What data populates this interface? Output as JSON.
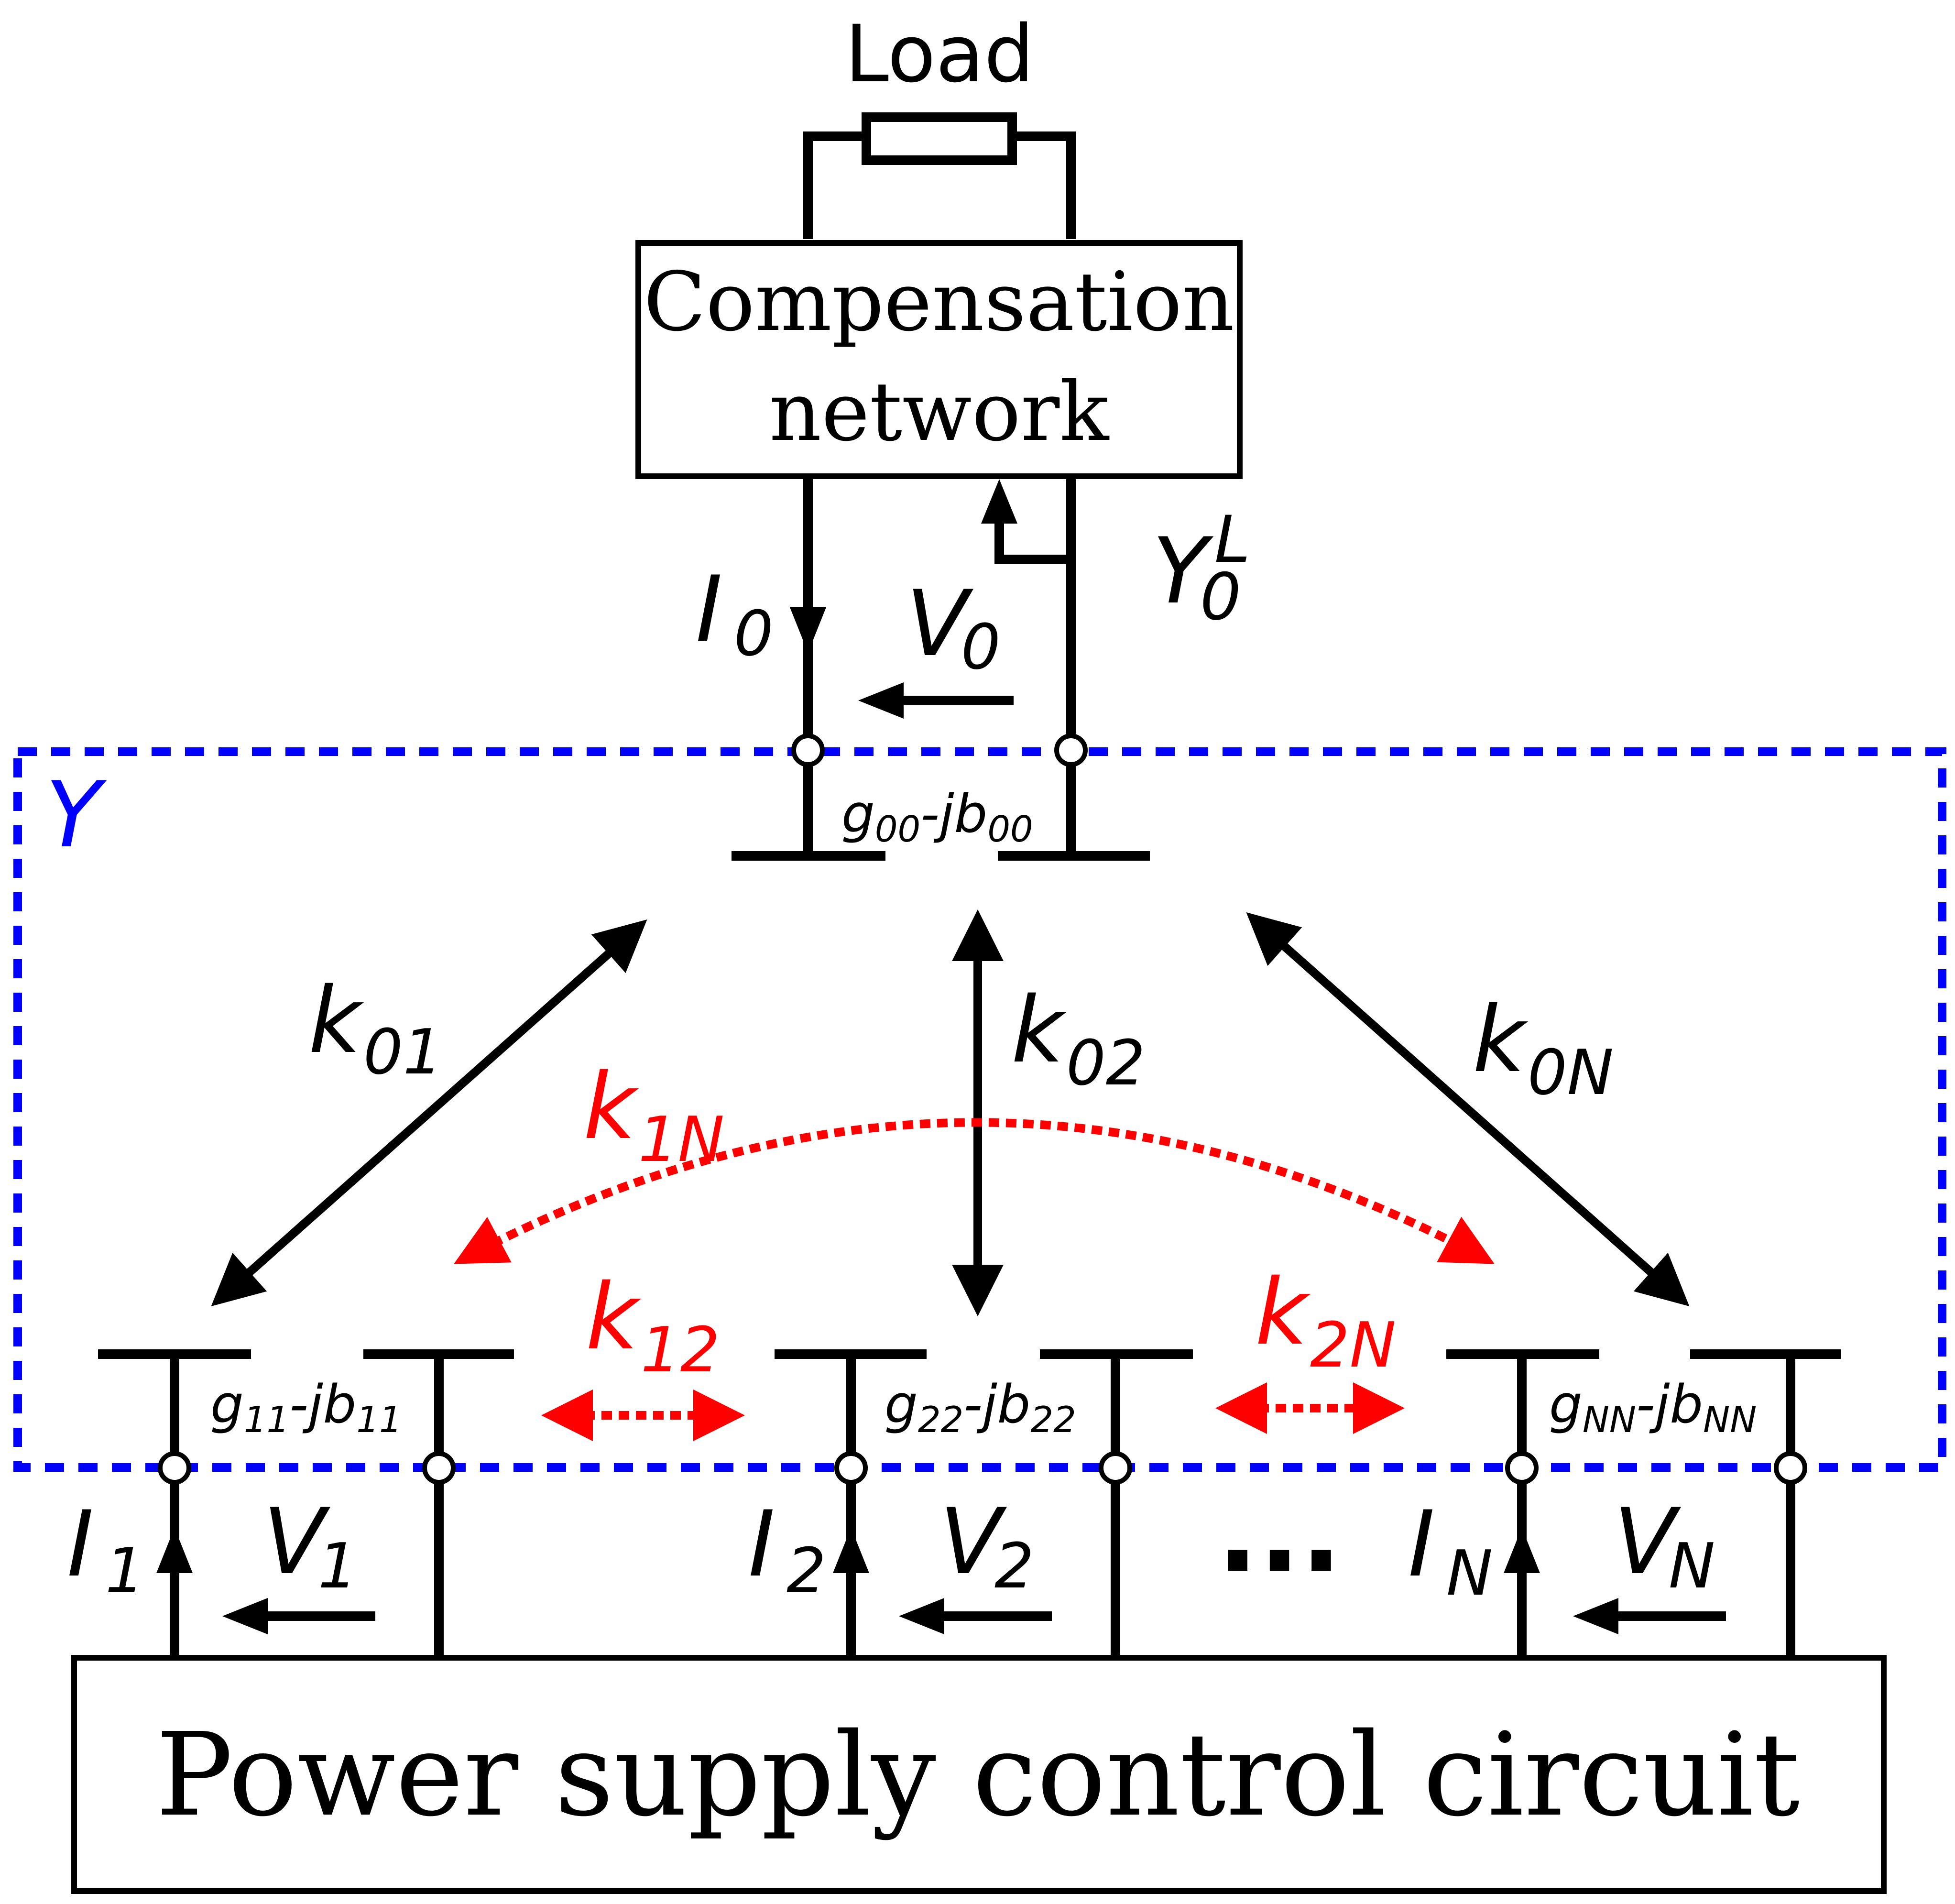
{
  "load_label": "Load",
  "compensation": {
    "line1": "Compensation",
    "line2": "network"
  },
  "admittance_label": {
    "main": "Y",
    "sup": "L",
    "sub": "0"
  },
  "matrix_label": "Y",
  "port0": {
    "current": {
      "main": "I",
      "sub": "0"
    },
    "voltage": {
      "main": "V",
      "sub": "0"
    },
    "self": {
      "g": "g",
      "g_sub": "00",
      "mid": "-jb",
      "b_sub": "00"
    }
  },
  "ports": [
    {
      "current": {
        "main": "I",
        "sub": "1"
      },
      "voltage": {
        "main": "V",
        "sub": "1"
      },
      "self": {
        "g": "g",
        "g_sub": "11",
        "mid": "-jb",
        "b_sub": "11"
      }
    },
    {
      "current": {
        "main": "I",
        "sub": "2"
      },
      "voltage": {
        "main": "V",
        "sub": "2"
      },
      "self": {
        "g": "g",
        "g_sub": "22",
        "mid": "-jb",
        "b_sub": "22"
      }
    },
    {
      "current": {
        "main": "I",
        "sub": "N"
      },
      "voltage": {
        "main": "V",
        "sub": "N"
      },
      "self": {
        "g": "g",
        "g_sub": "NN",
        "mid": "-jb",
        "b_sub": "NN"
      }
    }
  ],
  "couplings": {
    "k01": {
      "main": "k",
      "sub": "01"
    },
    "k02": {
      "main": "k",
      "sub": "02"
    },
    "k0N": {
      "main": "k",
      "sub": "0N"
    },
    "k1N": {
      "main": "k",
      "sub": "1N"
    },
    "k12": {
      "main": "k",
      "sub": "12"
    },
    "k2N": {
      "main": "k",
      "sub": "2N"
    }
  },
  "ellipsis": "...",
  "power_supply_label": "Power supply control circuit",
  "colors": {
    "line": "#000000",
    "coupling": "#ff0000",
    "boundary": "#0000ff",
    "background": "#ffffff"
  }
}
